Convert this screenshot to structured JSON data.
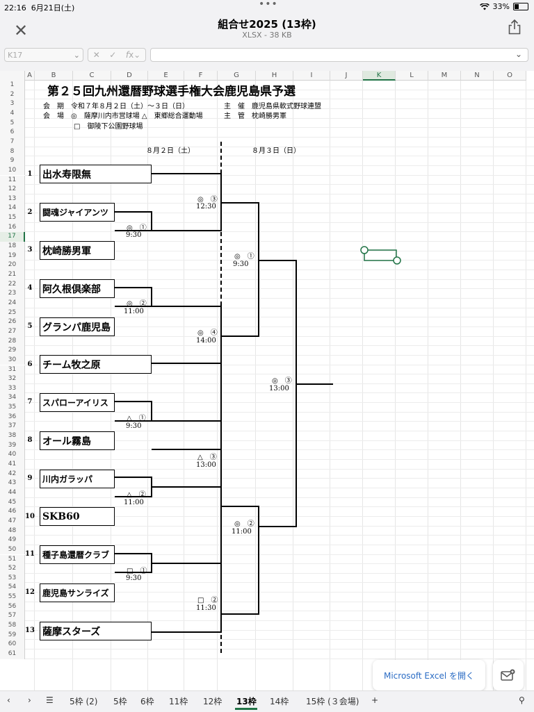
{
  "status": {
    "time": "22:16",
    "date": "6月21日(土)",
    "dots": "•••",
    "battery": "33%"
  },
  "doc": {
    "title": "組合せ2025 (13枠)",
    "subtitle": "XLSX - 38 KB"
  },
  "formula": {
    "cell_ref": "K17",
    "value": ""
  },
  "columns": [
    "A",
    "B",
    "C",
    "D",
    "E",
    "F",
    "G",
    "H",
    "I",
    "J",
    "K",
    "L",
    "M",
    "N",
    "O"
  ],
  "selected_column": "K",
  "selected_row": "17",
  "rows": [
    "1",
    "2",
    "3",
    "4",
    "5",
    "6",
    "7",
    "8",
    "9",
    "10",
    "11",
    "12",
    "13",
    "14",
    "15",
    "16",
    "17",
    "18",
    "19",
    "20",
    "21",
    "22",
    "23",
    "24",
    "25",
    "26",
    "27",
    "28",
    "29",
    "30",
    "31",
    "32",
    "33",
    "34",
    "35",
    "36",
    "37",
    "38",
    "39",
    "40",
    "41",
    "42",
    "43",
    "44",
    "45",
    "46",
    "47",
    "48",
    "49",
    "50",
    "51",
    "52",
    "53",
    "54",
    "55",
    "56",
    "57",
    "58",
    "59",
    "60",
    "61"
  ],
  "sheet": {
    "title": "第２５回九州還暦野球選手権大会鹿児島県予選",
    "period": "会　期　令和７年８月２日（土）～３日（日）",
    "venue": "会　場　◎　薩摩川内市営球場 △　東郷総合運動場",
    "venue2": "□　御陵下公園野球場",
    "organizer": "主　催　鹿児島県軟式野球連盟",
    "manager": "主　管　枕崎勝男軍",
    "day1": "８月２日（土）",
    "day2": "８月３日（日）"
  },
  "teams": [
    {
      "num": "1",
      "name": "出水寿限無"
    },
    {
      "num": "2",
      "name": "闘魂ジャイアンツ"
    },
    {
      "num": "3",
      "name": "枕崎勝男軍"
    },
    {
      "num": "4",
      "name": "阿久根倶楽部"
    },
    {
      "num": "5",
      "name": "グランパ鹿児島"
    },
    {
      "num": "6",
      "name": "チーム牧之原"
    },
    {
      "num": "7",
      "name": "スパローアイリス"
    },
    {
      "num": "8",
      "name": "オール霧島"
    },
    {
      "num": "9",
      "name": "川内ガラッパ"
    },
    {
      "num": "10",
      "name": "SKB60"
    },
    {
      "num": "11",
      "name": "種子島還暦クラブ"
    },
    {
      "num": "12",
      "name": "鹿児島サンライズ"
    },
    {
      "num": "13",
      "name": "薩摩スターズ"
    }
  ],
  "matches": [
    {
      "mark": "◎　①",
      "time": "9:30"
    },
    {
      "mark": "◎　②",
      "time": "11:00"
    },
    {
      "mark": "△　①",
      "time": "9:30"
    },
    {
      "mark": "△　②",
      "time": "11:00"
    },
    {
      "mark": "□　①",
      "time": "9:30"
    },
    {
      "mark": "◎　③",
      "time": "12:30"
    },
    {
      "mark": "◎　④",
      "time": "14:00"
    },
    {
      "mark": "△　③",
      "time": "13:00"
    },
    {
      "mark": "□　②",
      "time": "11:30"
    },
    {
      "mark": "◎　①",
      "time": "9:30"
    },
    {
      "mark": "◎　②",
      "time": "11:00"
    },
    {
      "mark": "◎　③",
      "time": "13:00"
    }
  ],
  "tabs": [
    "5枠 (2)",
    "5枠",
    "6枠",
    "11枠",
    "12枠",
    "13枠",
    "14枠",
    "15枠 (３会場)"
  ],
  "active_tab": "13枠",
  "open_button": "Microsoft Excel を開く",
  "colors": {
    "accent": "#217346",
    "link": "#2b6cc4"
  }
}
